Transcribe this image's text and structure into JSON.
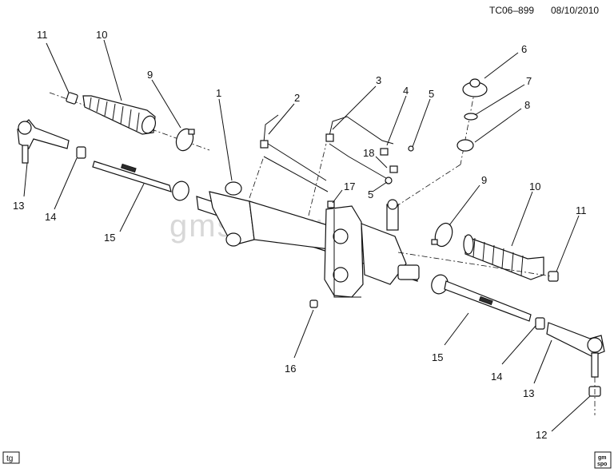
{
  "header": {
    "diagram_id": "TC06–899",
    "date": "08/10/2010"
  },
  "watermark": "gmshop.ru",
  "corner_tag": "tg",
  "logo": {
    "line1": "gm",
    "line2": "spo"
  },
  "callouts": [
    {
      "id": "c1",
      "text": "1"
    },
    {
      "id": "c2",
      "text": "2"
    },
    {
      "id": "c3",
      "text": "3"
    },
    {
      "id": "c4",
      "text": "4"
    },
    {
      "id": "c5a",
      "text": "5"
    },
    {
      "id": "c5b",
      "text": "5"
    },
    {
      "id": "c6",
      "text": "6"
    },
    {
      "id": "c7",
      "text": "7"
    },
    {
      "id": "c8",
      "text": "8"
    },
    {
      "id": "c9a",
      "text": "9"
    },
    {
      "id": "c9b",
      "text": "9"
    },
    {
      "id": "c10a",
      "text": "10"
    },
    {
      "id": "c10b",
      "text": "10"
    },
    {
      "id": "c11a",
      "text": "11"
    },
    {
      "id": "c11b",
      "text": "11"
    },
    {
      "id": "c12",
      "text": "12"
    },
    {
      "id": "c13a",
      "text": "13"
    },
    {
      "id": "c13b",
      "text": "13"
    },
    {
      "id": "c14a",
      "text": "14"
    },
    {
      "id": "c14b",
      "text": "14"
    },
    {
      "id": "c15a",
      "text": "15"
    },
    {
      "id": "c15b",
      "text": "15"
    },
    {
      "id": "c16",
      "text": "16"
    },
    {
      "id": "c17",
      "text": "17"
    },
    {
      "id": "c18",
      "text": "18"
    }
  ]
}
